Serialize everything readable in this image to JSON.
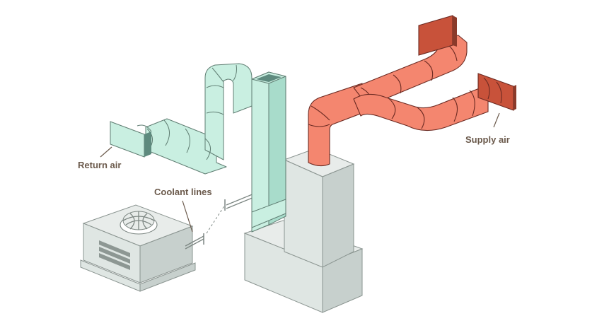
{
  "labels": {
    "supply_air": "Supply air",
    "return_air": "Return air",
    "coolant_lines": "Coolant lines"
  },
  "colors": {
    "supply_duct": "#f4866f",
    "supply_outline": "#6b2a22",
    "return_duct": "#c9efe1",
    "equipment": "#dfe6e3",
    "label_text": "#6b5a4c"
  }
}
